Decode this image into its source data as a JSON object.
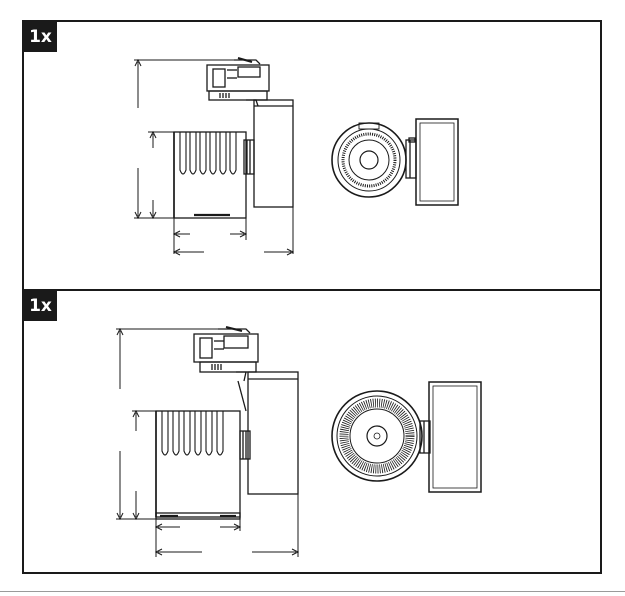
{
  "panels": [
    {
      "quantity_label": "1x",
      "variant": "small"
    },
    {
      "quantity_label": "1x",
      "variant": "large"
    }
  ],
  "colors": {
    "line": "#1a1a1a",
    "panel_border": "#1a1a1a",
    "badge_bg": "#1a1a1a",
    "badge_text": "#ffffff"
  }
}
